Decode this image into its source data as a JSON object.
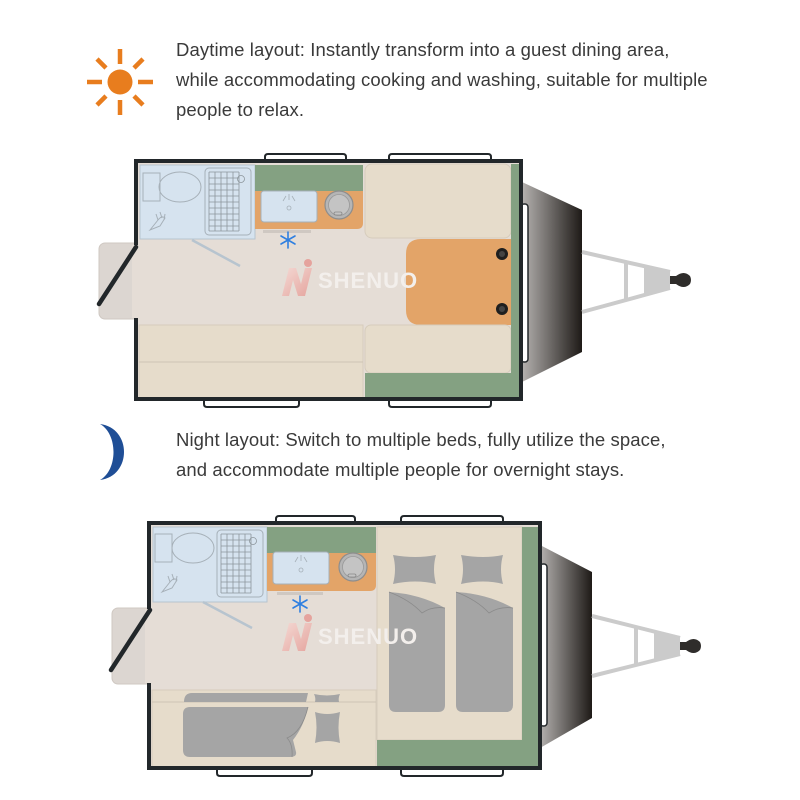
{
  "day": {
    "icon": "sun-icon",
    "icon_color": "#e87d1e",
    "caption_lines": [
      "Daytime layout: Instantly transform into a guest dining area,",
      "while accommodating cooking and washing, suitable for multiple",
      "people to relax."
    ]
  },
  "night": {
    "icon": "moon-icon",
    "icon_color": "#1f4e96",
    "caption_lines": [
      "Night layout: Switch to multiple beds, fully utilize the space,",
      "and accommodate multiple people for overnight stays."
    ]
  },
  "watermark": {
    "brand": "SHENUO"
  },
  "colors": {
    "wall": "#22272a",
    "floor": "#e5ddd6",
    "bathroom": "#d6e3ef",
    "counter_green": "#84a182",
    "counter_orange": "#e3a468",
    "cushion": "#e6dccb",
    "bedding": "#a5a5a5",
    "drawbar": "#c8c8c8",
    "snowflake": "#2f7fe0"
  }
}
